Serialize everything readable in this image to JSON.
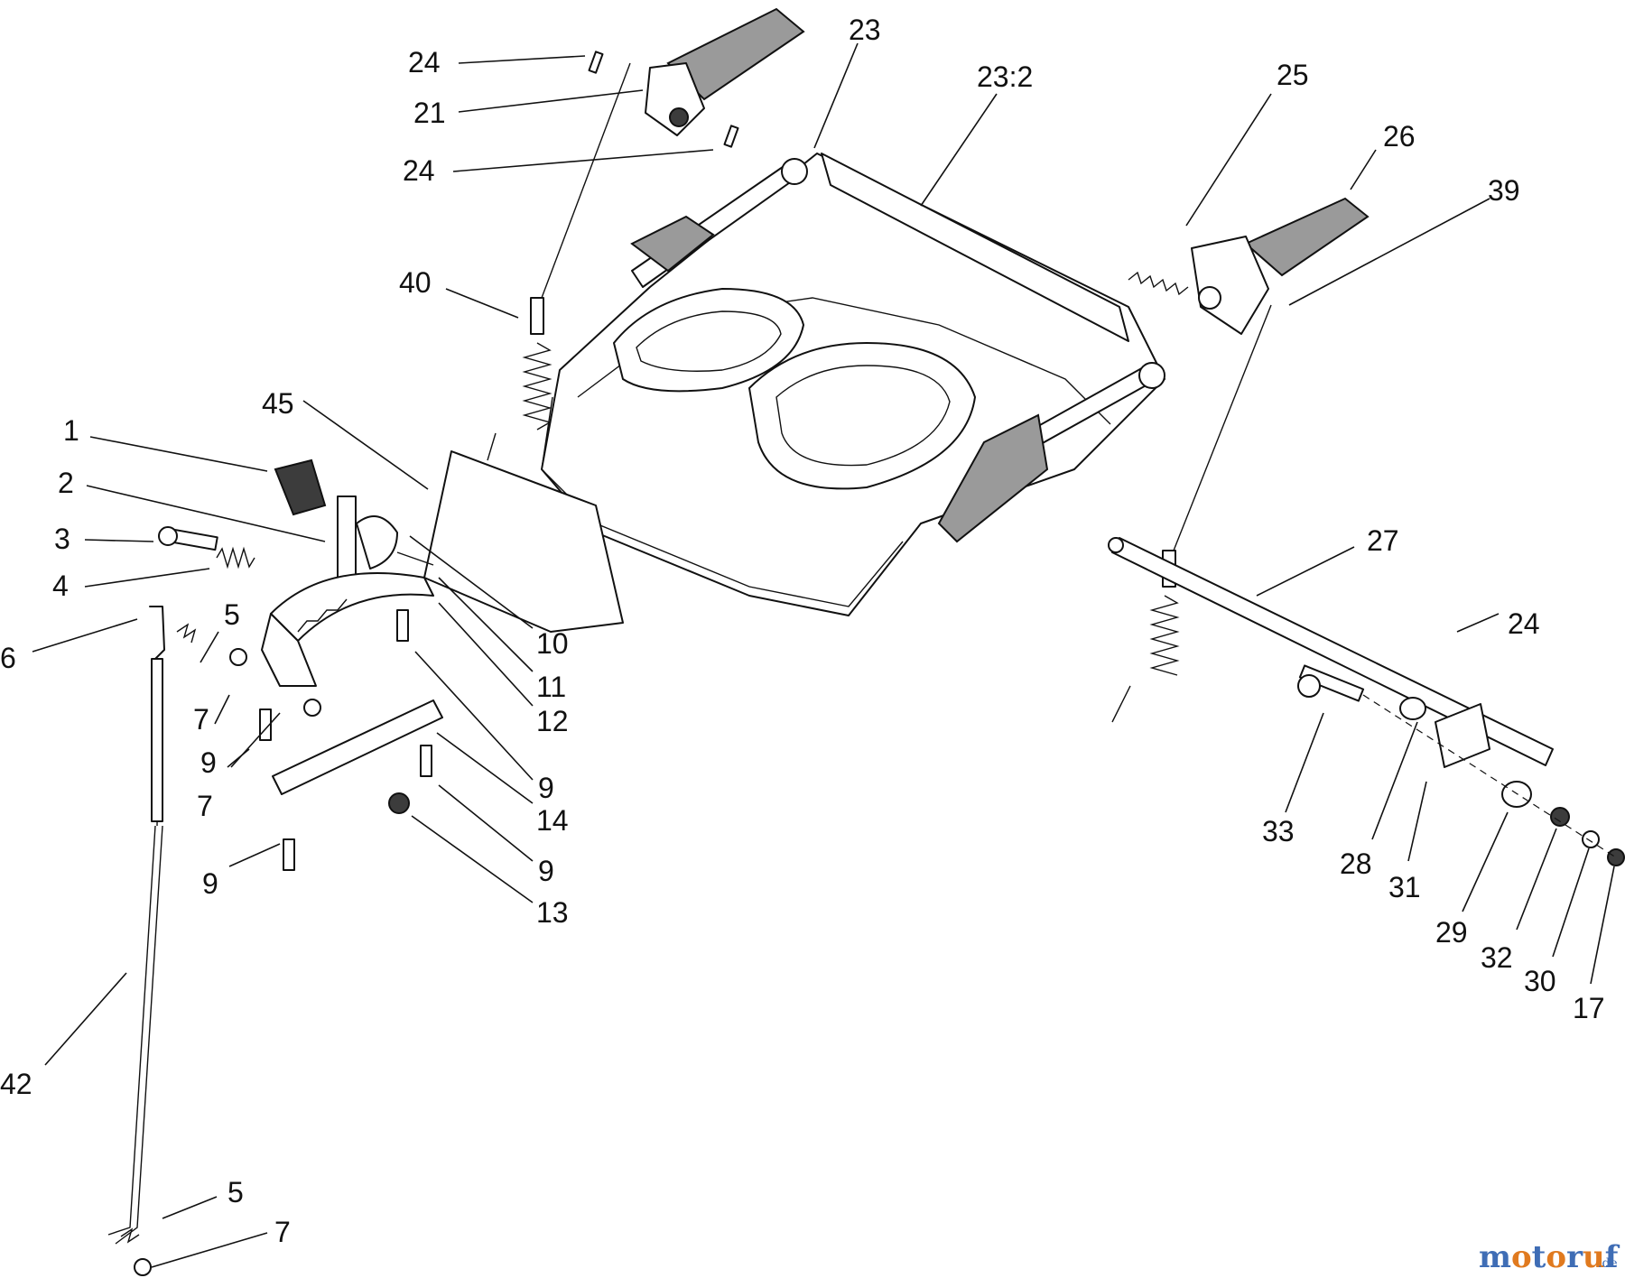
{
  "callouts": [
    {
      "id": "c1",
      "label": "24"
    },
    {
      "id": "c2",
      "label": "21"
    },
    {
      "id": "c3",
      "label": "24"
    },
    {
      "id": "c4",
      "label": "23"
    },
    {
      "id": "c5",
      "label": "23:2"
    },
    {
      "id": "c6",
      "label": "25"
    },
    {
      "id": "c7",
      "label": "26"
    },
    {
      "id": "c8",
      "label": "39"
    },
    {
      "id": "c9",
      "label": "40"
    },
    {
      "id": "c10",
      "label": "45"
    },
    {
      "id": "c11",
      "label": "1"
    },
    {
      "id": "c12",
      "label": "2"
    },
    {
      "id": "c13",
      "label": "3"
    },
    {
      "id": "c14",
      "label": "4"
    },
    {
      "id": "c15",
      "label": "5"
    },
    {
      "id": "c16",
      "label": "6"
    },
    {
      "id": "c17",
      "label": "7"
    },
    {
      "id": "c18",
      "label": "9"
    },
    {
      "id": "c19",
      "label": "7"
    },
    {
      "id": "c20",
      "label": "9"
    },
    {
      "id": "c21",
      "label": "10"
    },
    {
      "id": "c22",
      "label": "11"
    },
    {
      "id": "c23",
      "label": "12"
    },
    {
      "id": "c24",
      "label": "9"
    },
    {
      "id": "c25",
      "label": "14"
    },
    {
      "id": "c26",
      "label": "9"
    },
    {
      "id": "c27",
      "label": "13"
    },
    {
      "id": "c28",
      "label": "42"
    },
    {
      "id": "c29",
      "label": "5"
    },
    {
      "id": "c30",
      "label": "7"
    },
    {
      "id": "c31",
      "label": "27"
    },
    {
      "id": "c32",
      "label": "24"
    },
    {
      "id": "c33",
      "label": "33"
    },
    {
      "id": "c34",
      "label": "28"
    },
    {
      "id": "c35",
      "label": "31"
    },
    {
      "id": "c36",
      "label": "29"
    },
    {
      "id": "c37",
      "label": "32"
    },
    {
      "id": "c38",
      "label": "30"
    },
    {
      "id": "c39",
      "label": "17"
    }
  ],
  "watermark": {
    "letters": [
      "m",
      "o",
      "t",
      "o",
      "r",
      "u",
      "f"
    ],
    "letter_colors": [
      "#3f6db5",
      "#e07a1f",
      "#3f6db5",
      "#e07a1f",
      "#3f6db5",
      "#e07a1f",
      "#3f6db5"
    ],
    "suffix": ".de"
  }
}
